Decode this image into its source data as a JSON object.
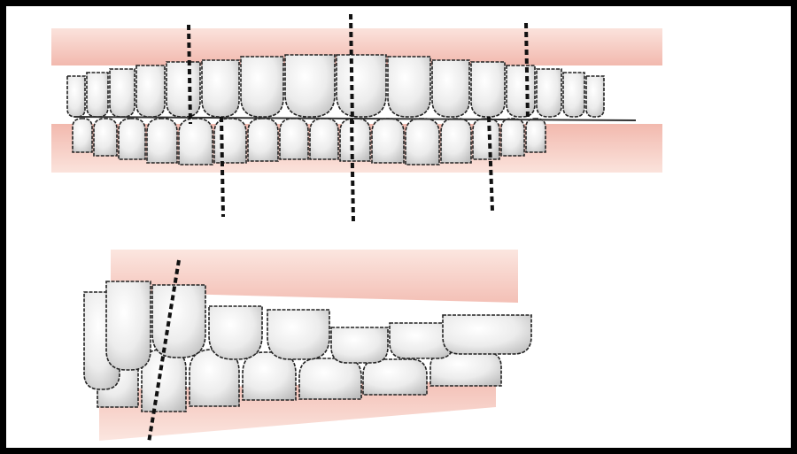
{
  "figure": {
    "views": [
      "frontal-view",
      "lateral-view"
    ],
    "colors": {
      "gum": "#f2b9ae",
      "gum_light": "#fbe3dc",
      "tooth_fill": "#f4f4f4",
      "tooth_shade": "#c9c9c9",
      "outline": "#222222",
      "midline": "#111111",
      "frame": "#000000"
    },
    "frontal_view": {
      "upper_teeth_count": 16,
      "lower_teeth_count": 16,
      "upper_dashed_lines": 3,
      "lower_dashed_lines": 3
    },
    "lateral_view": {
      "dashed_lines": 1
    }
  }
}
